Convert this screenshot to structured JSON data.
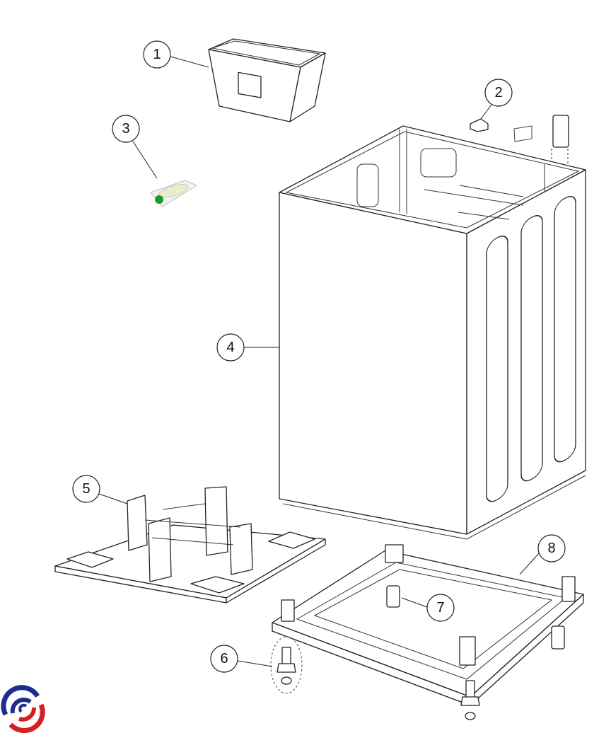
{
  "diagram": {
    "callouts": [
      {
        "id": "1",
        "part": "dispenser-box"
      },
      {
        "id": "2",
        "part": "clip"
      },
      {
        "id": "3",
        "part": "sensor-pack"
      },
      {
        "id": "4",
        "part": "cabinet"
      },
      {
        "id": "5",
        "part": "packing-base"
      },
      {
        "id": "6",
        "part": "leveling-foot"
      },
      {
        "id": "7",
        "part": "foot-bracket"
      },
      {
        "id": "8",
        "part": "base-frame"
      }
    ]
  },
  "colors": {
    "logo_blue": "#1c2d8f",
    "logo_red": "#d81e22",
    "sensor_green": "#1a9a2a"
  }
}
